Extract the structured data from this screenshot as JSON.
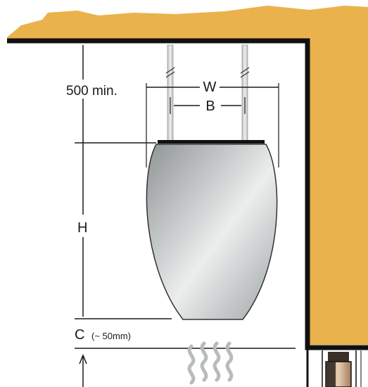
{
  "labels": {
    "clearance_above": "500 min.",
    "width_overall": "W",
    "bracket_spacing": "B",
    "height": "H",
    "clearance_below": "C",
    "clearance_below_note": "(~ 50mm)"
  },
  "colors": {
    "timber": "#e9b24c",
    "wall_line": "#111111",
    "heater_light": "#eceeee",
    "heater_mid": "#c9cccc",
    "heater_dark": "#8f9494",
    "dimension_line": "#1a1a1a",
    "rod": "#d3d5d5",
    "heat_waves": "#b7bbbb"
  },
  "icons": {
    "heat": "heat-waves-icon",
    "rod_break": "break-mark-icon"
  }
}
